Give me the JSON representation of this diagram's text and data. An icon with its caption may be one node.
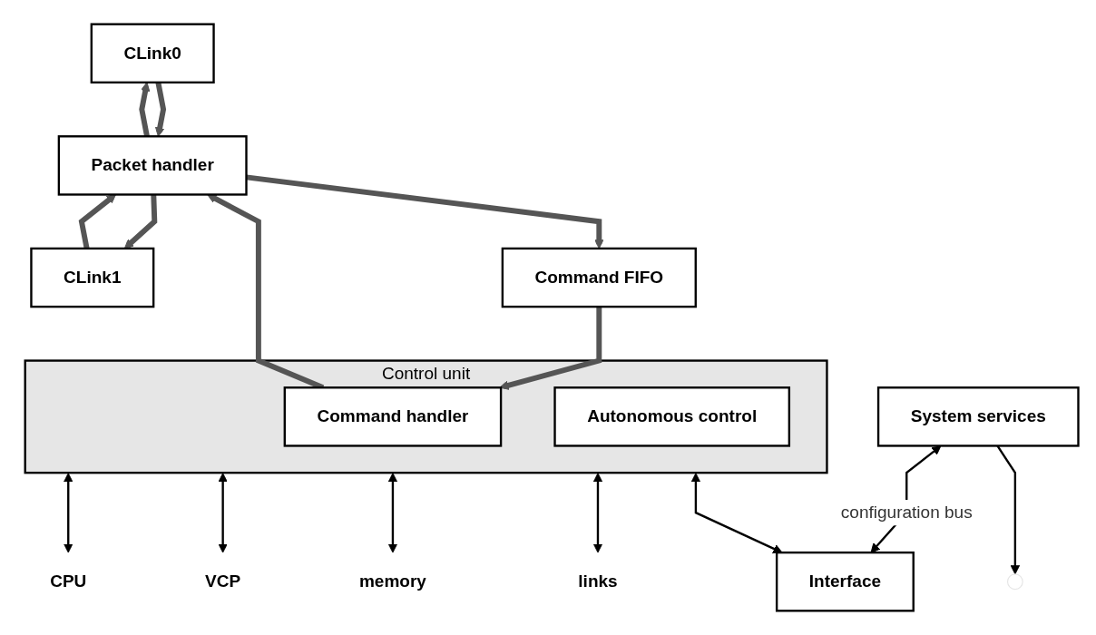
{
  "diagram": {
    "nodes": [
      {
        "text": [
          "CLink0"
        ]
      },
      {
        "text": [
          "CLink1"
        ]
      },
      {
        "text": [
          "Packet handler"
        ]
      },
      {
        "text": [
          "Command FIFO"
        ]
      },
      {
        "text": [
          "Control unit"
        ]
      },
      {
        "text": [
          "Command handler"
        ],
        "in": 4
      },
      {
        "text": [
          "Autonomous control"
        ],
        "in": 4
      },
      {
        "text": [
          "System services"
        ]
      },
      {
        "text": [
          "Interface"
        ]
      },
      {
        "text": [
          "CPU"
        ]
      },
      {
        "text": [
          "VCP"
        ]
      },
      {
        "text": [
          "memory"
        ]
      },
      {
        "text": [
          "links"
        ]
      }
    ],
    "edges": [
      {
        "from": 0,
        "to": 2,
        "arrow": "to",
        "style": "thick"
      },
      {
        "from": 2,
        "to": 0,
        "arrow": "to",
        "style": "thick"
      },
      {
        "from": 1,
        "to": 2,
        "arrow": "to",
        "style": "thick"
      },
      {
        "from": 2,
        "to": 1,
        "arrow": "to",
        "style": "thick"
      },
      {
        "from": 2,
        "to": 3,
        "arrow": "to",
        "style": "thick"
      },
      {
        "from": 3,
        "to": 5,
        "arrow": "to",
        "style": "thick"
      },
      {
        "from": 5,
        "to": 2,
        "arrow": "to",
        "style": "thick"
      },
      {
        "from": 4,
        "to": 9,
        "arrow": "both"
      },
      {
        "from": 4,
        "to": 10,
        "arrow": "both"
      },
      {
        "from": 4,
        "to": 11,
        "arrow": "both"
      },
      {
        "from": 4,
        "to": 12,
        "arrow": "both"
      },
      {
        "from": 4,
        "to": 8,
        "arrow": "both"
      },
      {
        "from": 7,
        "to": 8,
        "arrow": "both",
        "label": "configuration bus"
      },
      {
        "from": 7,
        "to": null,
        "arrow": "to"
      }
    ]
  }
}
